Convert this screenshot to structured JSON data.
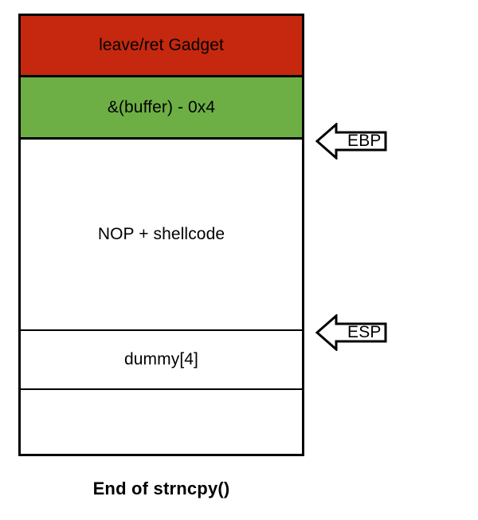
{
  "diagram": {
    "title_caption": "End of strncpy()",
    "colors": {
      "gadget_fill": "#C5280E",
      "buffer_fill": "#6DAF45",
      "empty_fill": "#FFFFFF",
      "border": "#000000",
      "text": "#000000"
    },
    "stack_cells": [
      {
        "label": "leave/ret Gadget",
        "fill": "#C5280E"
      },
      {
        "label": "&(buffer) - 0x4",
        "fill": "#6DAF45"
      },
      {
        "label": "NOP + shellcode",
        "fill": "#FFFFFF"
      },
      {
        "label": "dummy[4]",
        "fill": "#FFFFFF"
      },
      {
        "label": "",
        "fill": "#FFFFFF"
      }
    ],
    "pointers": [
      {
        "label": "EBP",
        "icon": "left-arrow-icon",
        "points_to": "&(buffer) - 0x4"
      },
      {
        "label": "ESP",
        "icon": "left-arrow-icon",
        "points_to": "NOP + shellcode"
      }
    ]
  }
}
